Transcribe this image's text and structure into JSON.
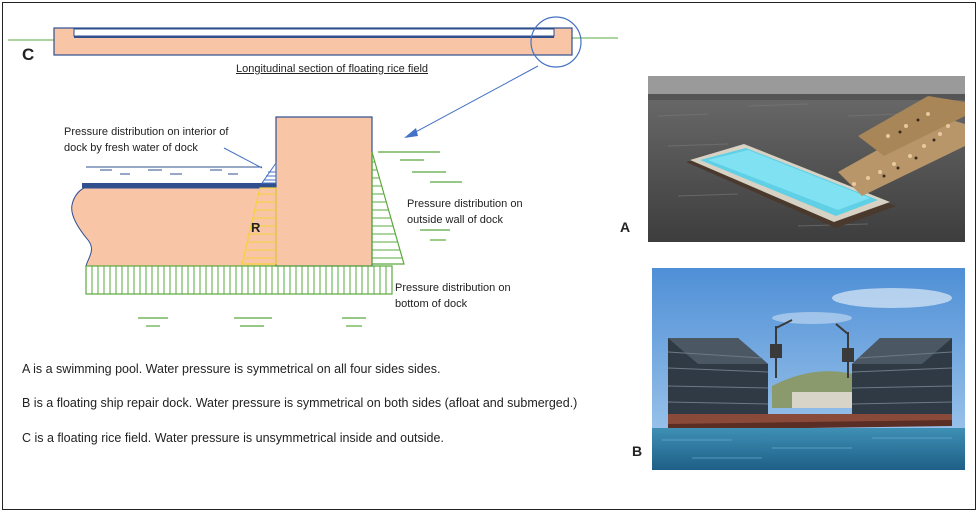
{
  "diagram": {
    "section_letter": "C",
    "section_caption": "Longitudinal section of floating rice field",
    "interior_pressure_label_line1": "Pressure distribution on interior of",
    "interior_pressure_label_line2": "dock by fresh water  of dock",
    "outside_pressure_label_line1": "Pressure distribution on",
    "outside_pressure_label_line2": "outside wall  of dock",
    "bottom_pressure_label_line1": "Pressure distribution on",
    "bottom_pressure_label_line2": "bottom of dock",
    "resultant_label": "R",
    "colors": {
      "hull": "#f8c5a6",
      "outline": "#2f4f8f",
      "water_pressure_outside": "#5aa83c",
      "water_pressure_inside": "#f5d23a",
      "annotation_arrow": "#4472c4"
    }
  },
  "photos": {
    "a_label": "A",
    "b_label": "B"
  },
  "statements": {
    "a": "A is a swimming pool. Water pressure is symmetrical on all four sides sides.",
    "b": "B is a floating ship repair dock. Water pressure is symmetrical on both sides (afloat and submerged.)",
    "c": "C is a floating rice field. Water pressure is unsymmetrical inside and outside."
  }
}
